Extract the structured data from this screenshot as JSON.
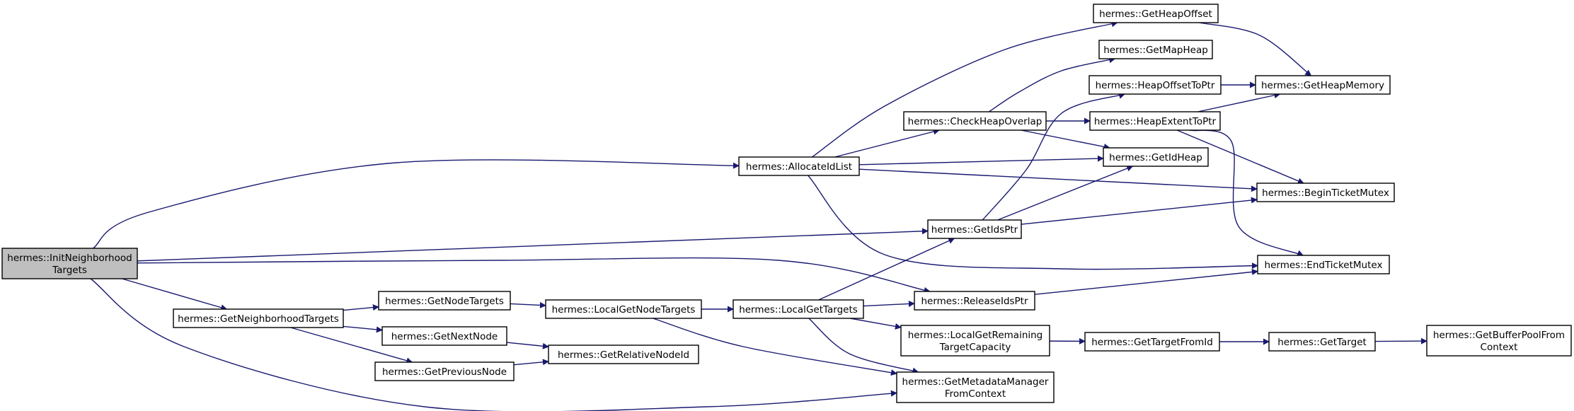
{
  "colors": {
    "edge": "#191970",
    "node_fill": "#ffffff",
    "root_fill": "#bfbfbf",
    "border": "#000000"
  },
  "nodes": [
    {
      "id": "InitNeighborhoodTargets",
      "lines": [
        "hermes::InitNeighborhood",
        "Targets"
      ],
      "root": true
    },
    {
      "id": "AllocateIdList",
      "lines": [
        "hermes::AllocateIdList"
      ]
    },
    {
      "id": "GetIdsPtr",
      "lines": [
        "hermes::GetIdsPtr"
      ]
    },
    {
      "id": "ReleaseIdsPtr",
      "lines": [
        "hermes::ReleaseIdsPtr"
      ]
    },
    {
      "id": "GetNeighborhoodTargets",
      "lines": [
        "hermes::GetNeighborhoodTargets"
      ]
    },
    {
      "id": "GetMetadataManagerFromContext",
      "lines": [
        "hermes::GetMetadataManager",
        "FromContext"
      ]
    },
    {
      "id": "GetHeapOffset",
      "lines": [
        "hermes::GetHeapOffset"
      ]
    },
    {
      "id": "GetMapHeap",
      "lines": [
        "hermes::GetMapHeap"
      ]
    },
    {
      "id": "CheckHeapOverlap",
      "lines": [
        "hermes::CheckHeapOverlap"
      ]
    },
    {
      "id": "HeapOffsetToPtr",
      "lines": [
        "hermes::HeapOffsetToPtr"
      ]
    },
    {
      "id": "HeapExtentToPtr",
      "lines": [
        "hermes::HeapExtentToPtr"
      ]
    },
    {
      "id": "GetIdHeap",
      "lines": [
        "hermes::GetIdHeap"
      ]
    },
    {
      "id": "GetHeapMemory",
      "lines": [
        "hermes::GetHeapMemory"
      ]
    },
    {
      "id": "BeginTicketMutex",
      "lines": [
        "hermes::BeginTicketMutex"
      ]
    },
    {
      "id": "EndTicketMutex",
      "lines": [
        "hermes::EndTicketMutex"
      ]
    },
    {
      "id": "GetNodeTargets",
      "lines": [
        "hermes::GetNodeTargets"
      ]
    },
    {
      "id": "LocalGetNodeTargets",
      "lines": [
        "hermes::LocalGetNodeTargets"
      ]
    },
    {
      "id": "LocalGetTargets",
      "lines": [
        "hermes::LocalGetTargets"
      ]
    },
    {
      "id": "GetNextNode",
      "lines": [
        "hermes::GetNextNode"
      ]
    },
    {
      "id": "GetPreviousNode",
      "lines": [
        "hermes::GetPreviousNode"
      ]
    },
    {
      "id": "GetRelativeNodeId",
      "lines": [
        "hermes::GetRelativeNodeId"
      ]
    },
    {
      "id": "LocalGetRemainingTargetCapacity",
      "lines": [
        "hermes::LocalGetRemaining",
        "TargetCapacity"
      ]
    },
    {
      "id": "GetTargetFromId",
      "lines": [
        "hermes::GetTargetFromId"
      ]
    },
    {
      "id": "GetTarget",
      "lines": [
        "hermes::GetTarget"
      ]
    },
    {
      "id": "GetBufferPoolFromContext",
      "lines": [
        "hermes::GetBufferPoolFrom",
        "Context"
      ]
    }
  ],
  "edges": [
    {
      "from": "InitNeighborhoodTargets",
      "to": "AllocateIdList"
    },
    {
      "from": "InitNeighborhoodTargets",
      "to": "GetIdsPtr"
    },
    {
      "from": "InitNeighborhoodTargets",
      "to": "ReleaseIdsPtr"
    },
    {
      "from": "InitNeighborhoodTargets",
      "to": "GetNeighborhoodTargets"
    },
    {
      "from": "InitNeighborhoodTargets",
      "to": "GetMetadataManagerFromContext"
    },
    {
      "from": "AllocateIdList",
      "to": "GetHeapOffset"
    },
    {
      "from": "AllocateIdList",
      "to": "CheckHeapOverlap"
    },
    {
      "from": "AllocateIdList",
      "to": "GetIdHeap"
    },
    {
      "from": "AllocateIdList",
      "to": "BeginTicketMutex"
    },
    {
      "from": "AllocateIdList",
      "to": "EndTicketMutex"
    },
    {
      "from": "GetHeapOffset",
      "to": "GetHeapMemory"
    },
    {
      "from": "CheckHeapOverlap",
      "to": "GetMapHeap"
    },
    {
      "from": "CheckHeapOverlap",
      "to": "HeapExtentToPtr"
    },
    {
      "from": "CheckHeapOverlap",
      "to": "GetIdHeap"
    },
    {
      "from": "HeapOffsetToPtr",
      "to": "GetHeapMemory"
    },
    {
      "from": "HeapExtentToPtr",
      "to": "GetHeapMemory"
    },
    {
      "from": "HeapExtentToPtr",
      "to": "BeginTicketMutex"
    },
    {
      "from": "HeapExtentToPtr",
      "to": "EndTicketMutex"
    },
    {
      "from": "GetIdsPtr",
      "to": "HeapOffsetToPtr"
    },
    {
      "from": "GetIdsPtr",
      "to": "GetIdHeap"
    },
    {
      "from": "GetIdsPtr",
      "to": "BeginTicketMutex"
    },
    {
      "from": "ReleaseIdsPtr",
      "to": "EndTicketMutex"
    },
    {
      "from": "GetNeighborhoodTargets",
      "to": "GetNodeTargets"
    },
    {
      "from": "GetNeighborhoodTargets",
      "to": "GetNextNode"
    },
    {
      "from": "GetNeighborhoodTargets",
      "to": "GetPreviousNode"
    },
    {
      "from": "GetNodeTargets",
      "to": "LocalGetNodeTargets"
    },
    {
      "from": "LocalGetNodeTargets",
      "to": "LocalGetTargets"
    },
    {
      "from": "LocalGetNodeTargets",
      "to": "GetMetadataManagerFromContext"
    },
    {
      "from": "LocalGetTargets",
      "to": "GetIdsPtr"
    },
    {
      "from": "LocalGetTargets",
      "to": "ReleaseIdsPtr"
    },
    {
      "from": "LocalGetTargets",
      "to": "LocalGetRemainingTargetCapacity"
    },
    {
      "from": "LocalGetTargets",
      "to": "GetMetadataManagerFromContext"
    },
    {
      "from": "GetNextNode",
      "to": "GetRelativeNodeId"
    },
    {
      "from": "GetPreviousNode",
      "to": "GetRelativeNodeId"
    },
    {
      "from": "LocalGetRemainingTargetCapacity",
      "to": "GetTargetFromId"
    },
    {
      "from": "GetTargetFromId",
      "to": "GetTarget"
    },
    {
      "from": "GetTarget",
      "to": "GetBufferPoolFromContext"
    }
  ]
}
